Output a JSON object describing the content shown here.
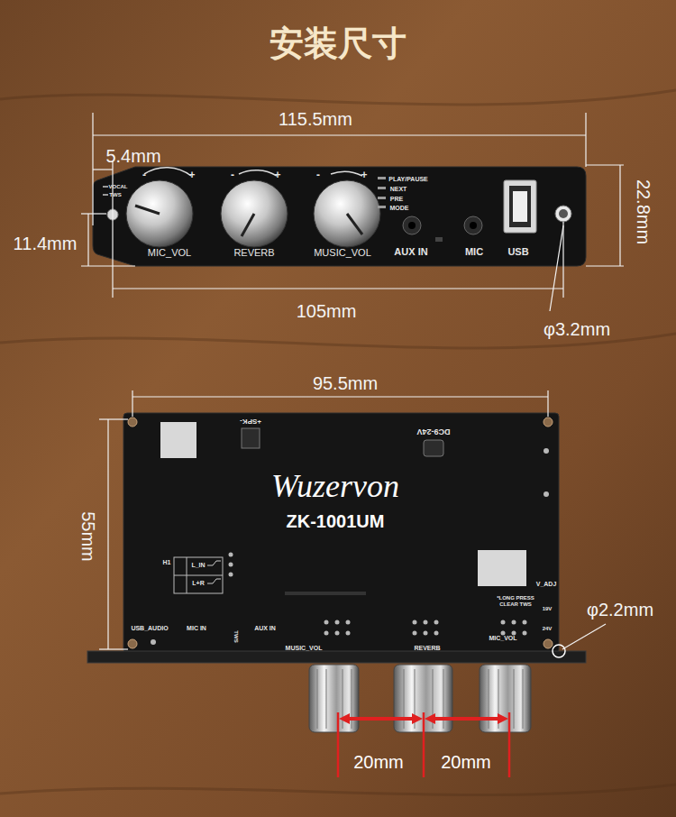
{
  "diagram": {
    "title": "安装尺寸",
    "labels": [
      "115.5mm",
      "5.4mm",
      "22.8mm",
      "11.4mm",
      "105mm",
      "φ3.2mm",
      "VOCAL",
      "TWS",
      "-",
      "+",
      "-",
      "+",
      "-",
      "+",
      "PLAY/PAUSE",
      "NEXT",
      "PRE",
      "MODE",
      "MIC_VOL",
      "REVERB",
      "MUSIC_VOL",
      "AUX IN",
      "MIC",
      "USB",
      "95.5mm",
      "55mm",
      "φ2.2mm",
      "+SPK-",
      "DC9-24V",
      "Wuzervon",
      "ZK-1001UM",
      "H1",
      "L_IN",
      "L+R",
      "USB_AUDIO",
      "MIC IN",
      "TWS",
      "AUX IN",
      "MUSIC_VOL",
      "REVERB",
      "MIC_VOL",
      "V_ADJ",
      "*LONG PRESS CLEAR TWS",
      "19V",
      "24V",
      "20mm",
      "20mm"
    ]
  }
}
